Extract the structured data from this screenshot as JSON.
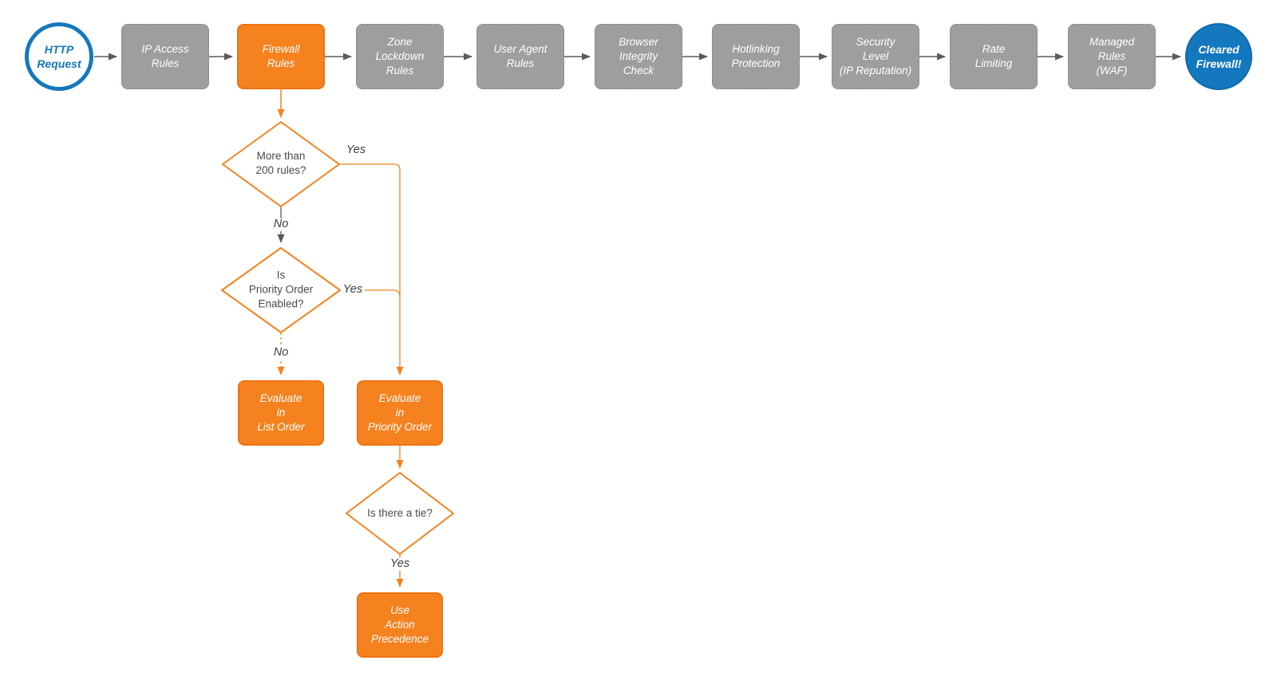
{
  "flow": {
    "stages": [
      {
        "id": "http-request",
        "shape": "circle-outline",
        "label": "HTTP\nRequest"
      },
      {
        "id": "ip-access-rules",
        "shape": "box-gray",
        "label": "IP Access\nRules"
      },
      {
        "id": "firewall-rules",
        "shape": "box-orange",
        "label": "Firewall\nRules"
      },
      {
        "id": "zone-lockdown-rules",
        "shape": "box-gray",
        "label": "Zone\nLockdown\nRules"
      },
      {
        "id": "user-agent-rules",
        "shape": "box-gray",
        "label": "User Agent\nRules"
      },
      {
        "id": "browser-integrity-check",
        "shape": "box-gray",
        "label": "Browser\nIntegrity\nCheck"
      },
      {
        "id": "hotlinking-protection",
        "shape": "box-gray",
        "label": "Hotlinking\nProtection"
      },
      {
        "id": "security-level",
        "shape": "box-gray",
        "label": "Security\nLevel\n(IP Reputation)"
      },
      {
        "id": "rate-limiting",
        "shape": "box-gray",
        "label": "Rate\nLimiting"
      },
      {
        "id": "managed-rules-waf",
        "shape": "box-gray",
        "label": "Managed\nRules\n(WAF)"
      },
      {
        "id": "cleared-firewall",
        "shape": "circle-filled",
        "label": "Cleared\nFirewall!"
      }
    ],
    "decisions": [
      {
        "id": "more-than-200-rules",
        "label": "More than\n200 rules?"
      },
      {
        "id": "priority-order-enabled",
        "label": "Is\nPriority Order\nEnabled?"
      },
      {
        "id": "is-there-a-tie",
        "label": "Is there a tie?"
      }
    ],
    "actions": [
      {
        "id": "evaluate-in-list-order",
        "label": "Evaluate\nin\nList Order"
      },
      {
        "id": "evaluate-in-priority-order",
        "label": "Evaluate\nin\nPriority Order"
      },
      {
        "id": "use-action-precedence",
        "label": "Use\nAction\nPrecedence"
      }
    ],
    "edge_labels": [
      {
        "id": "yes-more-than-200",
        "label": "Yes"
      },
      {
        "id": "no-more-than-200",
        "label": "No"
      },
      {
        "id": "yes-priority-enabled",
        "label": "Yes"
      },
      {
        "id": "no-priority-enabled",
        "label": "No"
      },
      {
        "id": "yes-tie",
        "label": "Yes"
      }
    ],
    "colors": {
      "orange": "#F5821F",
      "gray_node": "#9D9EA0",
      "blue": "#1478BE",
      "connector_gray": "#5B5B5B",
      "decision_text": "#4A4A4A"
    }
  }
}
